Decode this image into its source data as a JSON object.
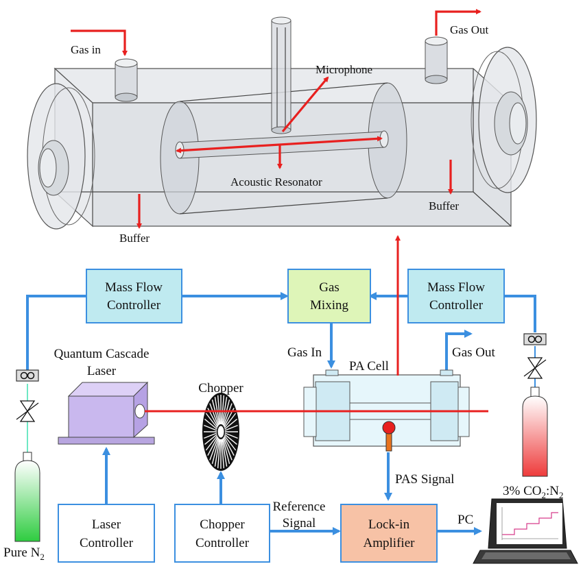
{
  "cell_3d": {
    "gas_in": "Gas in",
    "gas_out": "Gas Out",
    "microphone": "Microphone",
    "acoustic_resonator": "Acoustic Resonator",
    "buffer_left": "Buffer",
    "buffer_right": "Buffer"
  },
  "setup": {
    "mfc_left": [
      "Mass Flow",
      "Controller"
    ],
    "mfc_right": [
      "Mass Flow",
      "Controller"
    ],
    "gas_mixing": [
      "Gas",
      "Mixing"
    ],
    "qcl": [
      "Quantum Cascade",
      "Laser"
    ],
    "chopper": "Chopper",
    "gas_in": "Gas In",
    "pa_cell": "PA Cell",
    "gas_out": "Gas Out",
    "pas_signal": "PAS Signal",
    "reference_signal": [
      "Reference",
      "Signal"
    ],
    "laser_controller": [
      "Laser",
      "Controller"
    ],
    "chopper_controller": [
      "Chopper",
      "Controller"
    ],
    "lockin": [
      "Lock-in",
      "Amplifier"
    ],
    "pc": "PC",
    "pure_n2": "Pure N",
    "n2_sub": "2",
    "co2_mix_a": "3% CO",
    "co2_sub": "2",
    "co2_mix_b": ":N",
    "co2_sub2": "2"
  },
  "colors": {
    "flow_line": "#3b8fe0",
    "laser_beam": "#e8201f",
    "controller_box": "#bfeaf0",
    "gas_mixing_box": "#def5b8",
    "lockin_box": "#f7c2a6",
    "qcl_body": "#c9b8ee"
  }
}
